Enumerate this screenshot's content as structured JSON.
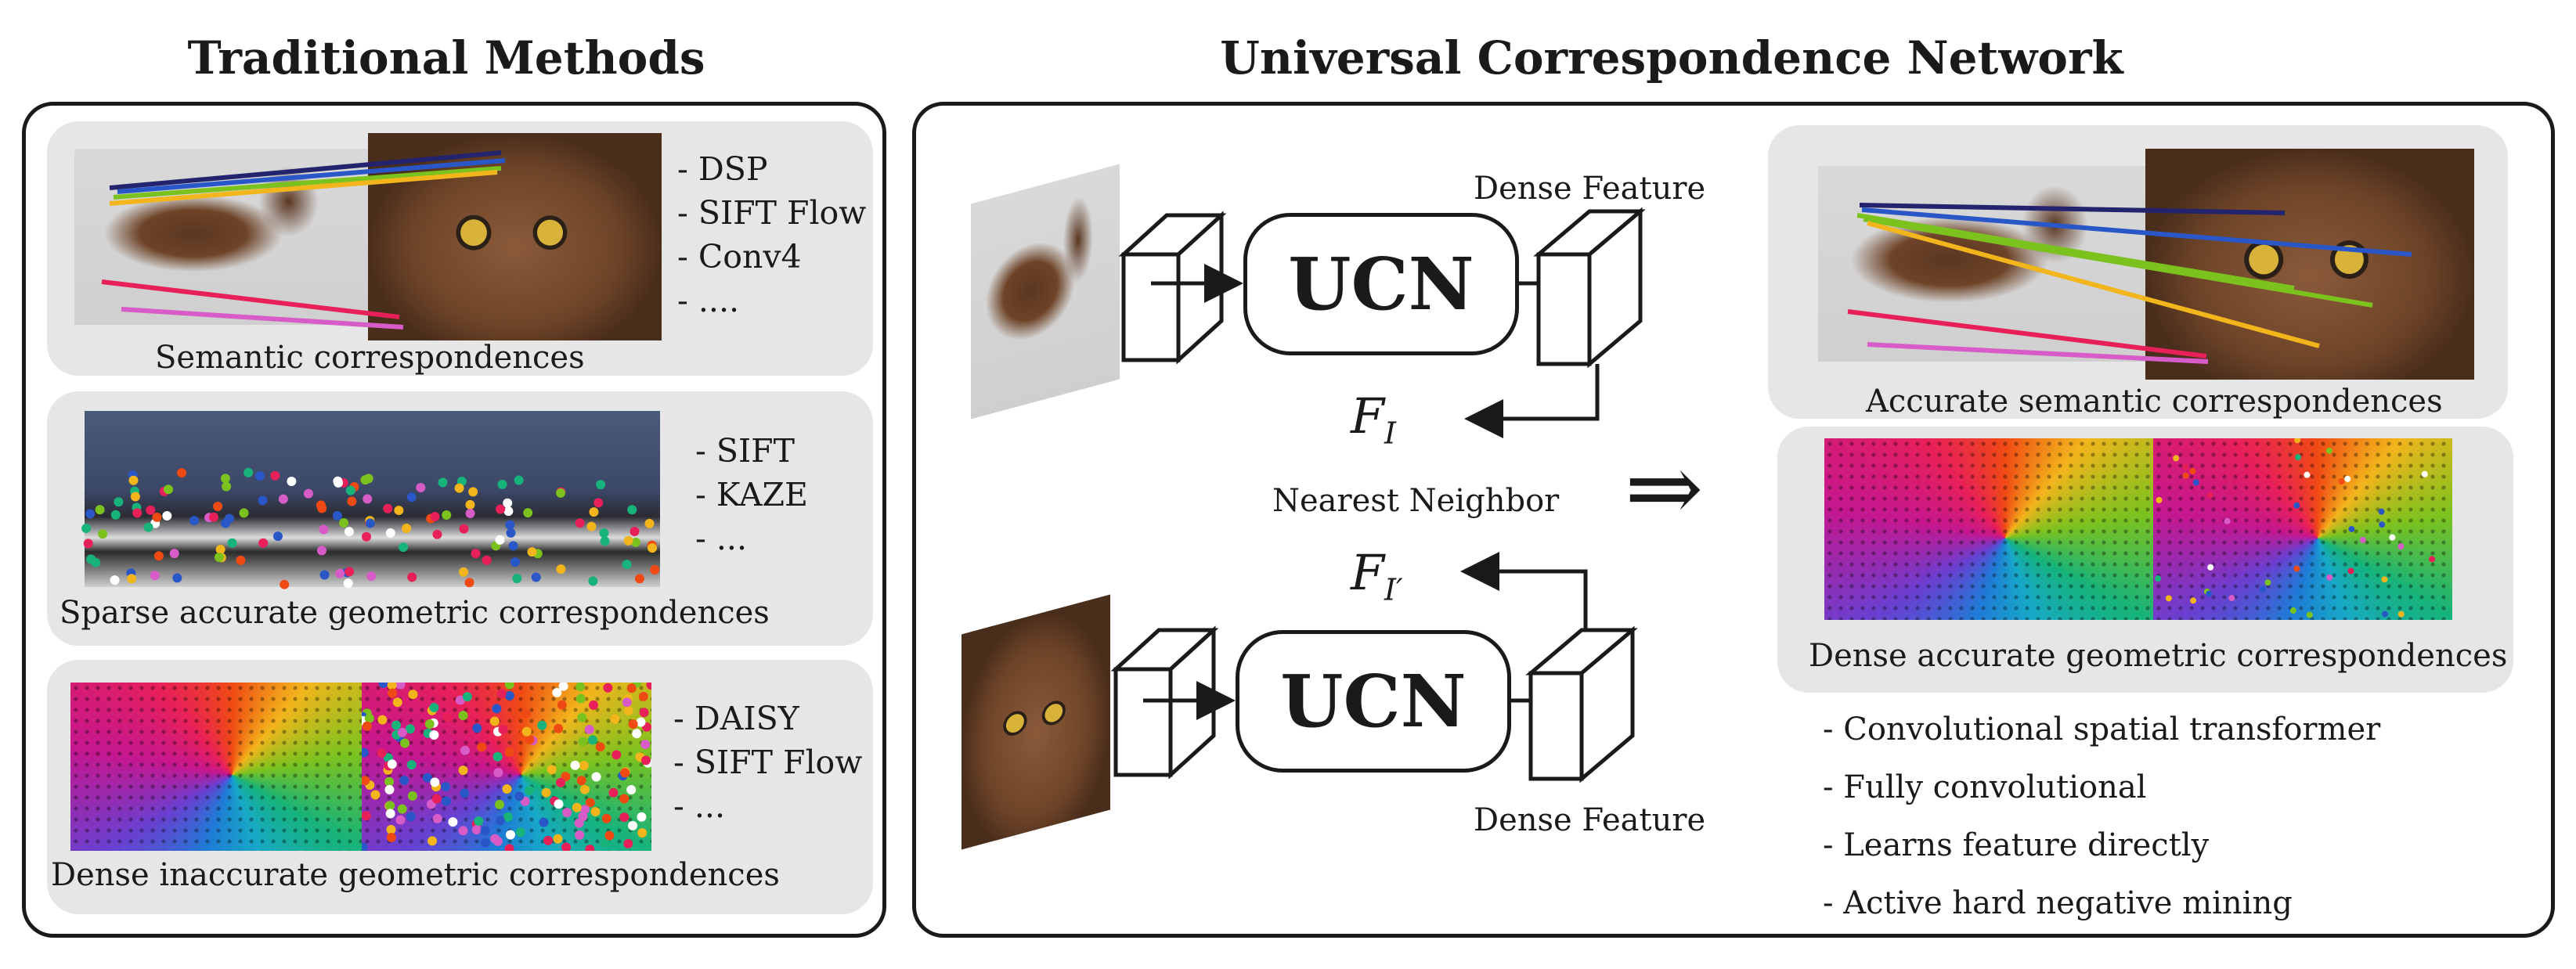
{
  "left": {
    "title": "Traditional Methods",
    "panels": [
      {
        "caption": "Semantic correspondences",
        "methods": [
          "- DSP",
          "- SIFT Flow",
          "- Conv4",
          "- ...."
        ]
      },
      {
        "caption": "Sparse accurate geometric correspondences",
        "methods": [
          "- SIFT",
          "- KAZE",
          "- ..."
        ]
      },
      {
        "caption": "Dense inaccurate geometric correspondences",
        "methods": [
          "- DAISY",
          "- SIFT Flow",
          "- ..."
        ]
      }
    ]
  },
  "right": {
    "title": "Universal Correspondence Network",
    "ucn_label": "UCN",
    "dense_feature_label": "Dense Feature",
    "nearest_neighbor_label": "Nearest Neighbor",
    "f_i_label": "F",
    "f_i_sub": "I",
    "f_iprime_sub": "I′",
    "implies_symbol": "⇒",
    "output_captions": [
      "Accurate semantic correspondences",
      "Dense accurate geometric correspondences"
    ],
    "features": [
      "- Convolutional spatial transformer",
      "- Fully convolutional",
      "- Learns feature directly",
      "- Active hard negative mining"
    ]
  },
  "colors": {
    "line_red": "#e8205a",
    "line_yellow": "#f2b51c",
    "line_green": "#7cc21f",
    "line_blue": "#2a57c8",
    "line_navy": "#23236e",
    "line_pink": "#d85cc8"
  }
}
